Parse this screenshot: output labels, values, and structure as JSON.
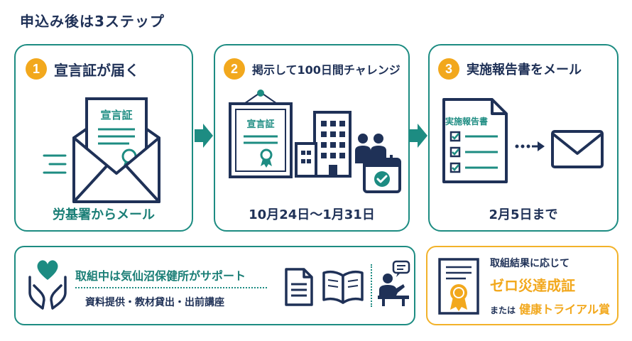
{
  "title": "申込み後は3ステップ",
  "steps": [
    {
      "number": "1",
      "title": "宣言証が届く",
      "doc_label": "宣言証",
      "caption": "労基署からメール"
    },
    {
      "number": "2",
      "title": "掲示して100日間チャレンジ",
      "doc_label": "宣言証",
      "caption": "10月24日～1月31日"
    },
    {
      "number": "3",
      "title": "実施報告書をメール",
      "doc_label": "実施報告書",
      "caption": "2月5日まで"
    }
  ],
  "support": {
    "main": "取組中は気仙沼保健所がサポート",
    "sub": "資料提供・教材貸出・出前講座"
  },
  "award": {
    "line1": "取組結果に応じて",
    "line2": "ゼロ災達成証",
    "line3_prefix": "または",
    "line3_award": "健康トライアル賞"
  },
  "icons": {
    "envelope": "envelope-with-certificate-icon",
    "arrow": "right-arrow-icon",
    "poster": "framed-certificate-icon",
    "building": "office-building-icon",
    "people": "two-people-icon",
    "calendar": "calendar-check-icon",
    "report": "checklist-document-icon",
    "mail": "mail-icon",
    "heart": "heart-hands-icon",
    "document": "document-icon",
    "book": "open-book-icon",
    "lecturer": "lecturer-icon",
    "medal": "award-certificate-icon"
  },
  "colors": {
    "teal": "#1d8c82",
    "navy": "#1f3157",
    "orange": "#f2a81d"
  }
}
